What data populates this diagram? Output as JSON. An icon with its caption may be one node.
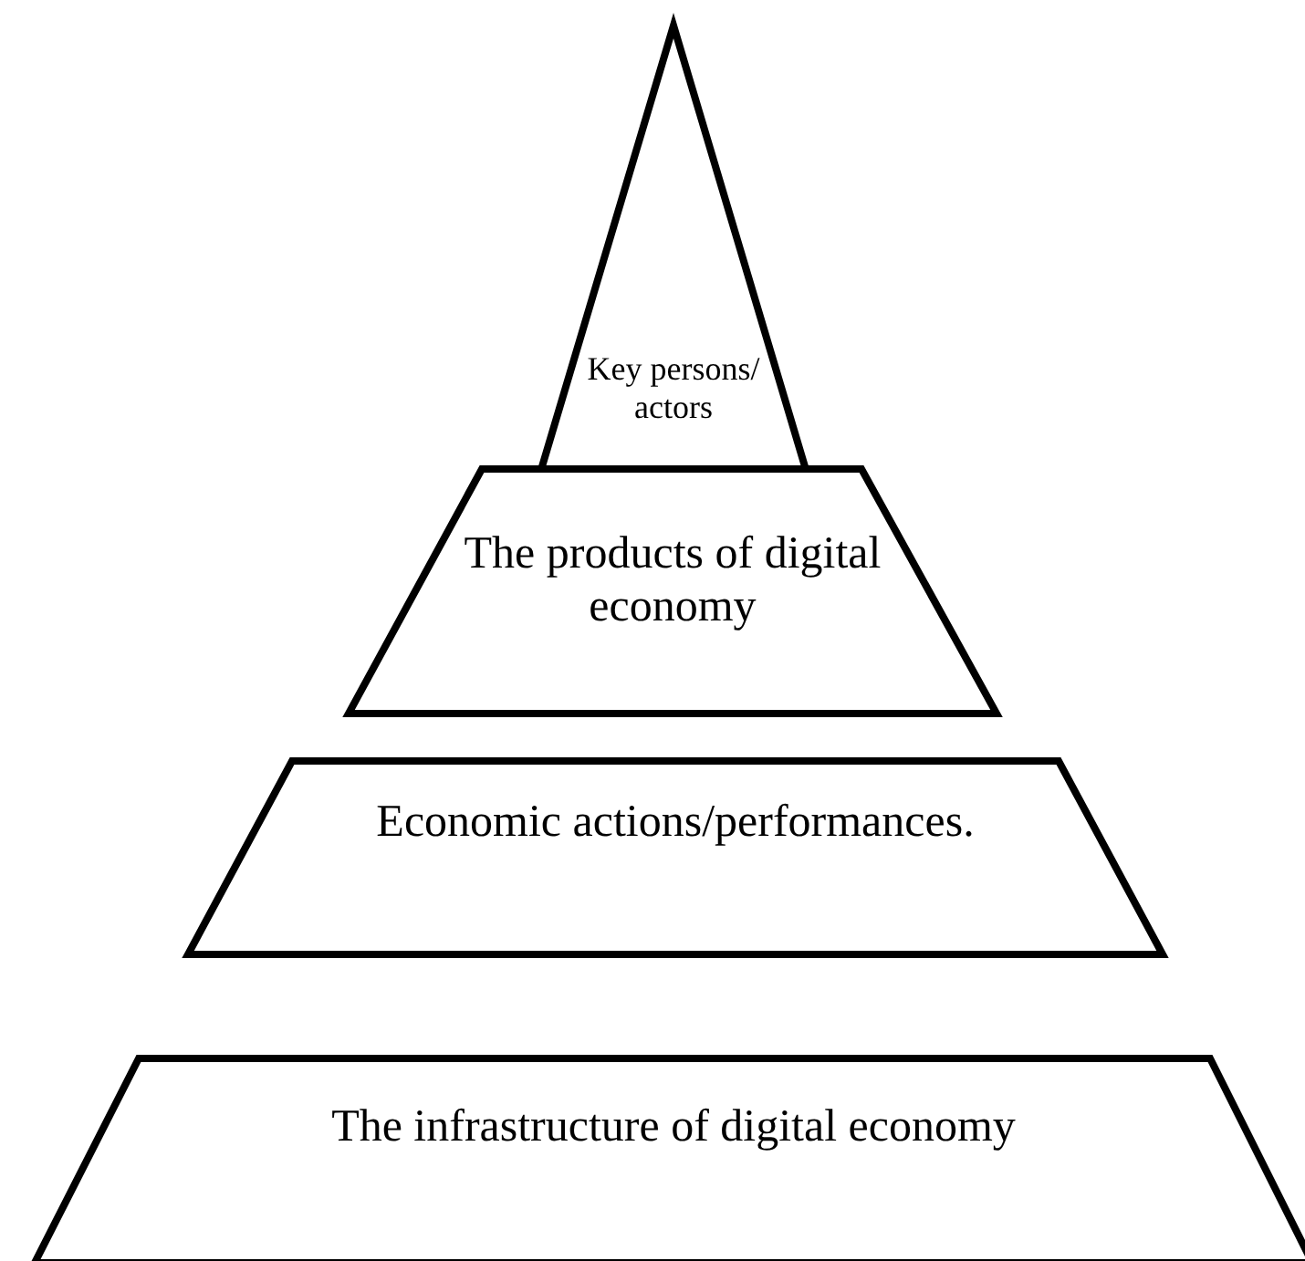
{
  "diagram": {
    "nodes": [
      {
        "text": [
          "Key persons/ actors"
        ]
      },
      {
        "text": [
          "The products of digital economy"
        ]
      },
      {
        "text": [
          "Economic actions/performances."
        ]
      },
      {
        "text": [
          "The infrastructure of digital economy"
        ]
      }
    ]
  }
}
